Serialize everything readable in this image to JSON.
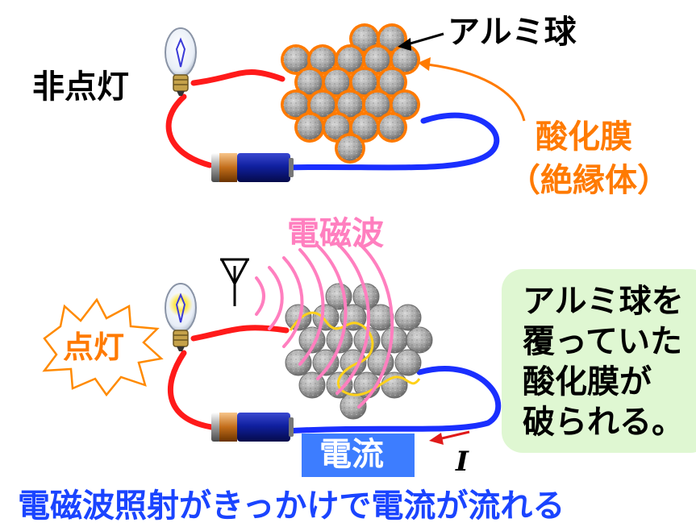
{
  "labels": {
    "off_state": "非点灯",
    "aluminum_balls": "アルミ球",
    "oxide_film": "酸化膜",
    "insulator": "（絶縁体）",
    "em_wave": "電磁波",
    "on_state": "点灯",
    "current": "電流",
    "current_symbol": "I"
  },
  "note": {
    "lines": [
      "アルミ球を",
      "覆っていた",
      "酸化膜が",
      "破られる。"
    ]
  },
  "caption": "電磁波照射がきっかけで電流が流れる",
  "colors": {
    "wire_positive": "#ff1a1a",
    "wire_negative": "#1a2fff",
    "oxide": "#ff7a00",
    "wave": "#ff7fbf",
    "path": "#ffd11a",
    "caption": "#1a44ff",
    "note_bg": "#dff7d2",
    "current_box": "#3d7dff",
    "ball": "#9e9e9e"
  },
  "icons": [
    "light-bulb-icon",
    "battery-icon",
    "antenna-icon",
    "starburst-icon",
    "arrow-icon"
  ]
}
